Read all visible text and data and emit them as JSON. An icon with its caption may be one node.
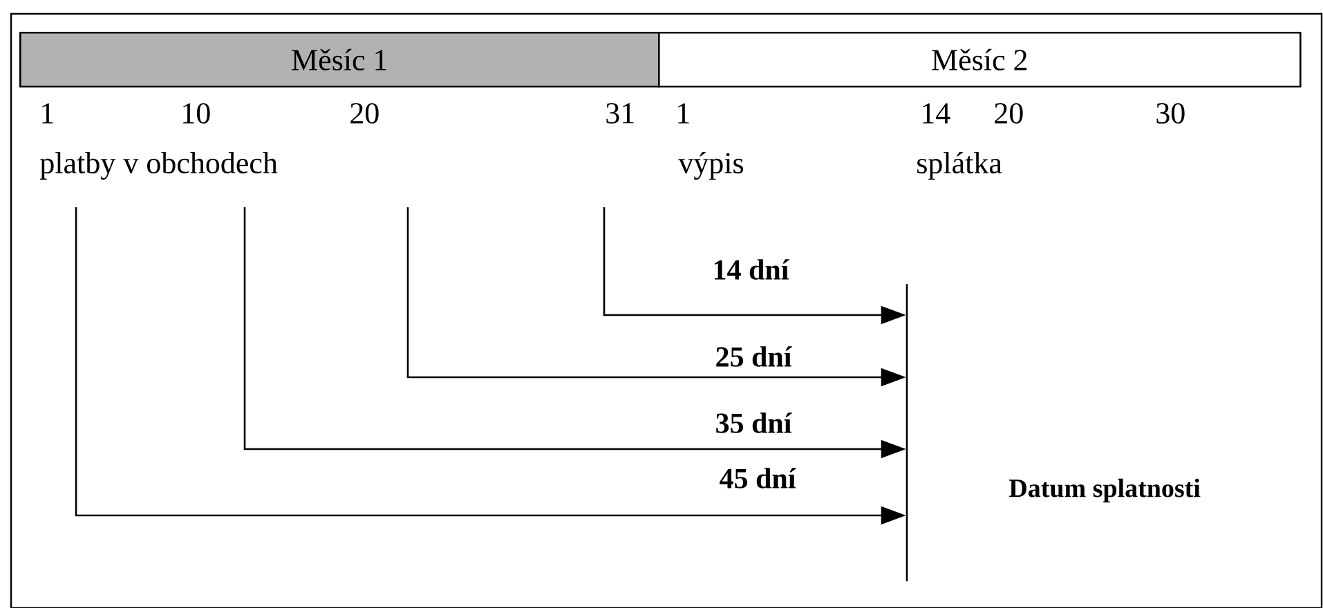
{
  "diagram": {
    "nodes": [
      {
        "text": [
          "Měsíc 1"
        ]
      },
      {
        "text": [
          "Měsíc 2"
        ]
      },
      {
        "text": [],
        "shape": "bar"
      }
    ],
    "edges": [
      {
        "from": null,
        "to": 2,
        "arrow": "to",
        "label": "14 dní"
      },
      {
        "from": null,
        "to": 2,
        "arrow": "to",
        "label": "25 dní"
      },
      {
        "from": null,
        "to": 2,
        "arrow": "to",
        "label": "35 dní"
      },
      {
        "from": null,
        "to": 2,
        "arrow": "to",
        "label": "45 dní"
      }
    ],
    "labels": [
      "1",
      "10",
      "20",
      "31",
      "1",
      "14",
      "20",
      "30",
      "platby v obchodech",
      "výpis",
      "splátka",
      "Datum splatnosti"
    ]
  }
}
